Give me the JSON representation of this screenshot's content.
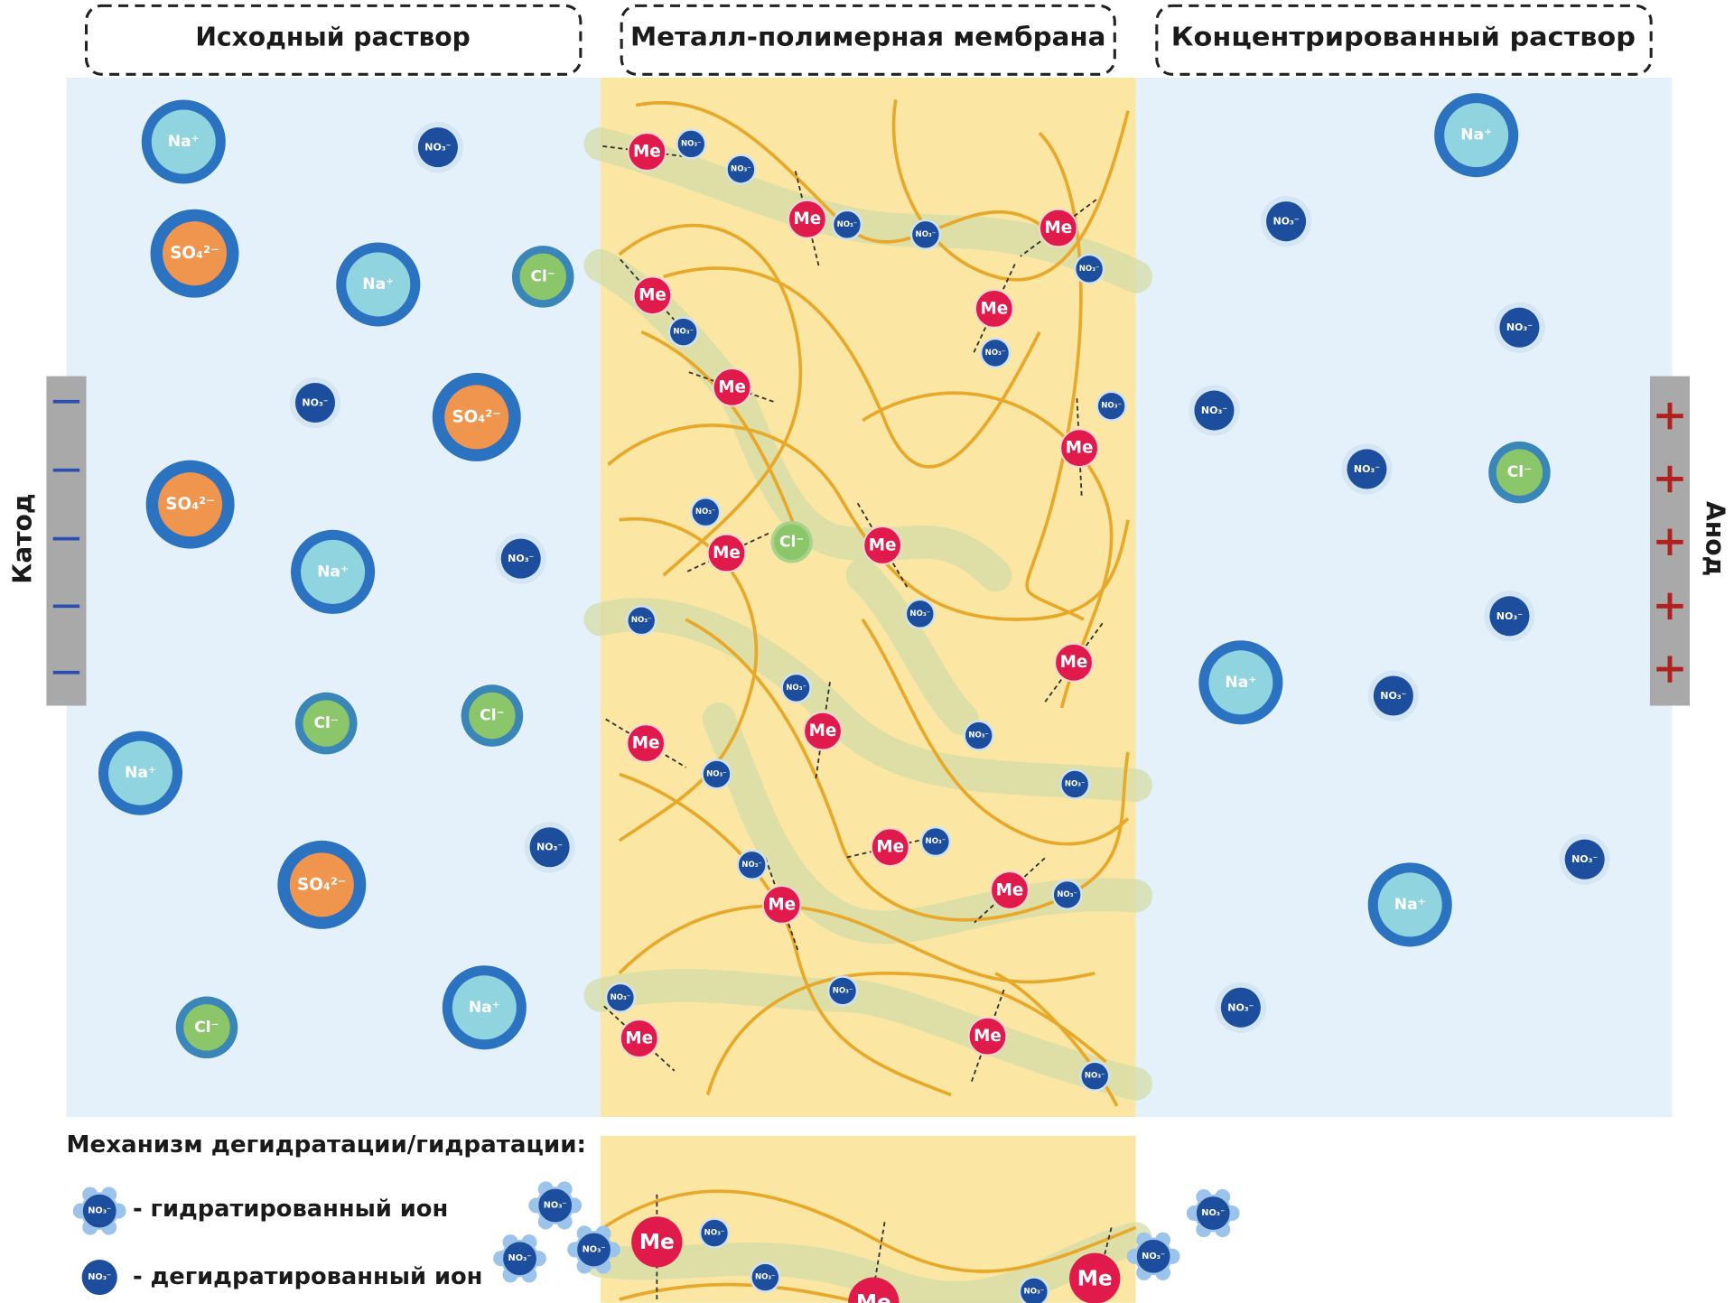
{
  "headers": {
    "source": "Исходный раствор",
    "membrane": "Металл-полимерная мембрана",
    "concentrate": "Концентрированный раствор"
  },
  "electrodes": {
    "cathode": "Катод",
    "anode": "Анод",
    "cathode_sign": "−",
    "anode_sign": "+"
  },
  "ions": {
    "na": "Na⁺",
    "so4": "SO₄²⁻",
    "no3": "NO₃⁻",
    "cl": "Cl⁻",
    "me": "Me"
  },
  "legend": {
    "title": "Механизм дегидратации/гидратации:",
    "hydrated": "- гидратированный ион",
    "dehydrated": "- дегидратированный ион"
  },
  "colors": {
    "solution_bg": "#e4f1fb",
    "membrane_bg": "#fbe7a3",
    "fiber": "#e8a82a",
    "channel": "#d4dca8",
    "na_inner": "#8fd4df",
    "so4_inner": "#f0954e",
    "cl_inner": "#8cc66a",
    "ion_ring": "#2b72c1",
    "no3": "#1d4e9e",
    "me": "#e01b4c",
    "electrode": "#a9a9a9",
    "cathode_mark": "#2a4fb0",
    "anode_mark": "#b0201e"
  }
}
